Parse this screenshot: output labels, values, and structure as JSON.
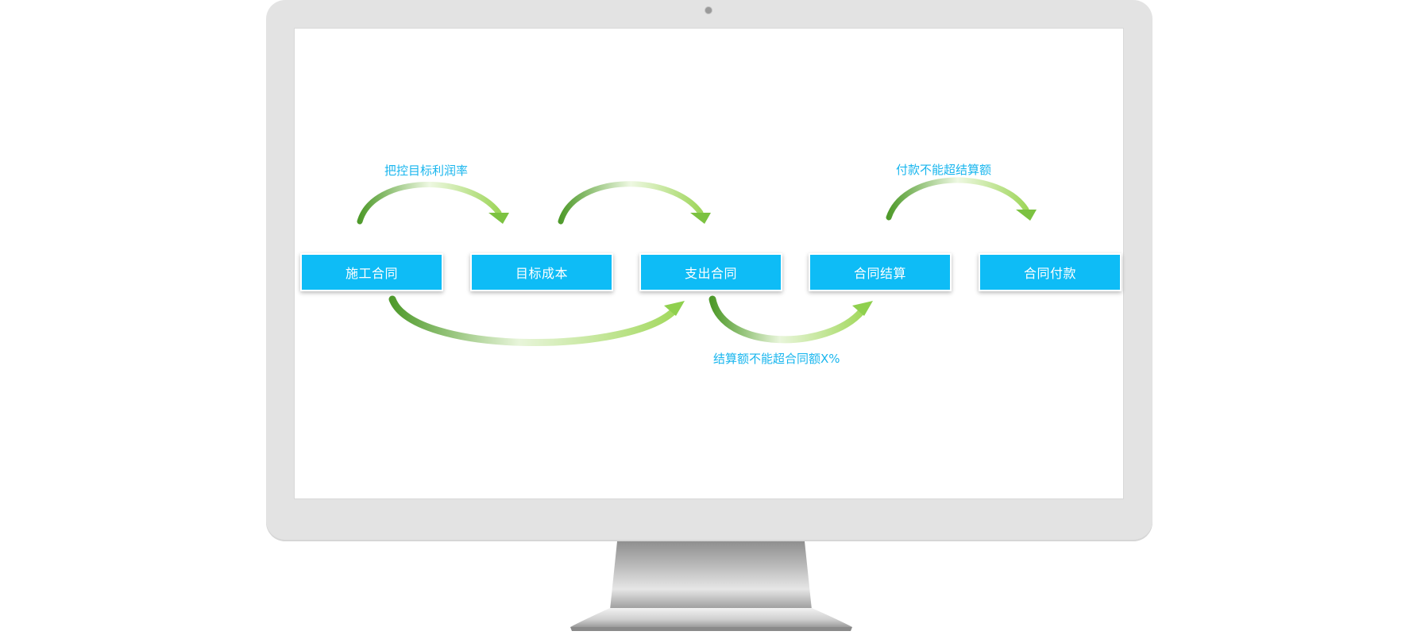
{
  "diagram": {
    "steps": [
      {
        "label": "施工合同"
      },
      {
        "label": "目标成本"
      },
      {
        "label": "支出合同"
      },
      {
        "label": "合同结算"
      },
      {
        "label": "合同付款"
      }
    ],
    "annotations": {
      "profit_control": "把控目标利润率",
      "payment_limit": "付款不能超结算额",
      "settlement_limit": "结算额不能超合同额X%"
    },
    "colors": {
      "step_fill": "#0ebcf6",
      "step_text": "#ffffff",
      "annotation_text": "#19b6ee",
      "arrow_light": "#9fd65b",
      "arrow_dark": "#4f9a2b"
    }
  }
}
